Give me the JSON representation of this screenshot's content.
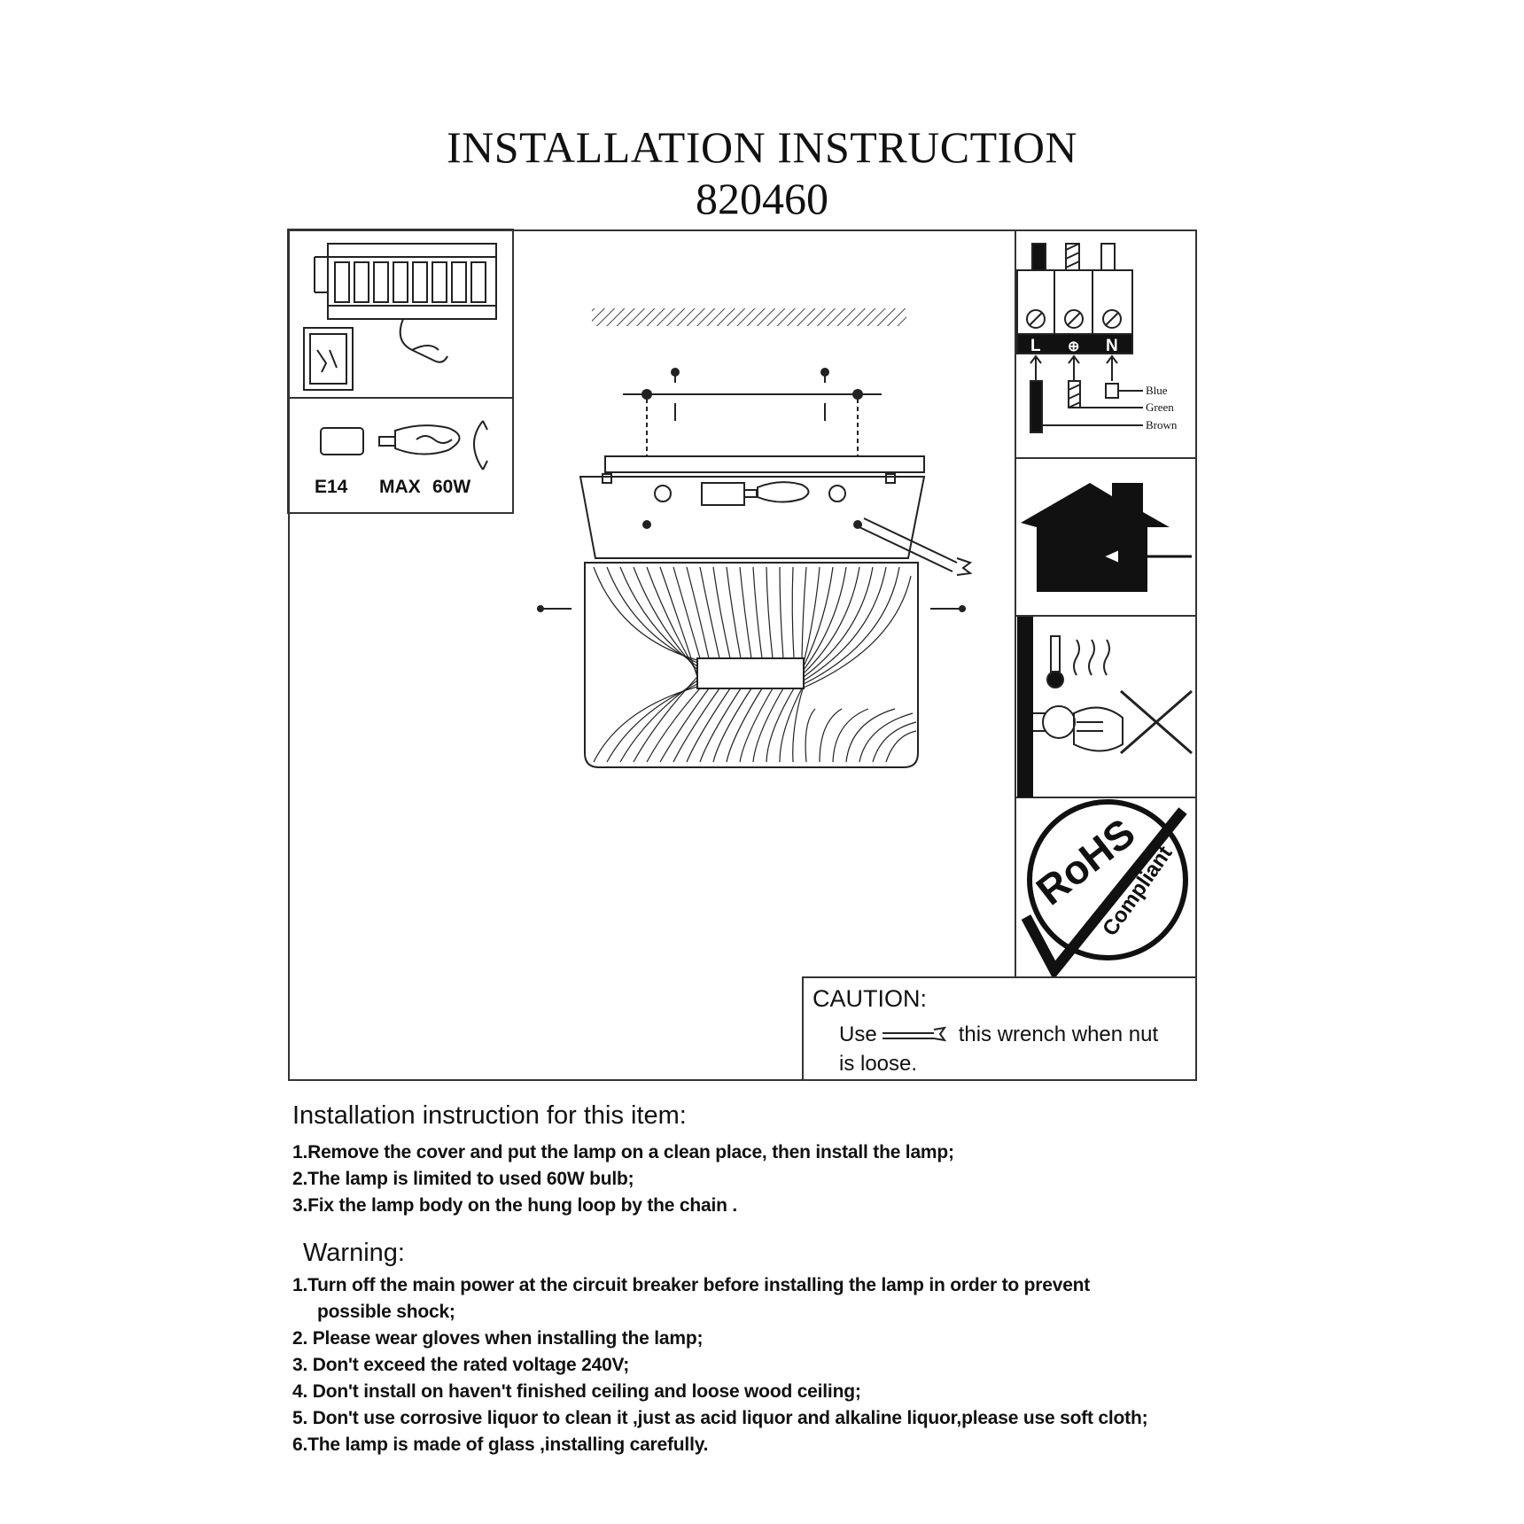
{
  "header": {
    "title": "INSTALLATION INSTRUCTION",
    "model": "820460"
  },
  "bulb_panel": {
    "socket": "E14",
    "max": "MAX",
    "wattage": "60W"
  },
  "wiring_panel": {
    "terminal_labels": [
      "L",
      "⊕",
      "N"
    ],
    "wire_colors": [
      "Blue",
      "Green",
      "Brown"
    ]
  },
  "rohs_badge": {
    "line1": "RoHS",
    "line2": "Compliant"
  },
  "caution": {
    "title": "CAUTION:",
    "text_before": "Use",
    "text_after": "this wrench when nut",
    "text_line2": "is loose."
  },
  "instructions": {
    "title": "Installation instruction for this item:",
    "items": [
      "1.Remove the cover and put the lamp on a clean place, then install the lamp;",
      "2.The lamp is limited to used  60W bulb;",
      "3.Fix the lamp body on the  hung loop by the chain ."
    ]
  },
  "warning": {
    "title": "Warning:",
    "items": [
      "1.Turn off the main power at the circuit breaker before installing the lamp in order to prevent",
      "possible shock;",
      "2. Please wear gloves when installing the lamp;",
      "3. Don't exceed the rated voltage 240V;",
      "4. Don't install on haven't finished ceiling and loose wood ceiling;",
      "5. Don't use corrosive liquor to clean it ,just as acid liquor and alkaline liquor,please use soft cloth;",
      "6.The lamp is made of  glass ,installing carefully."
    ]
  }
}
